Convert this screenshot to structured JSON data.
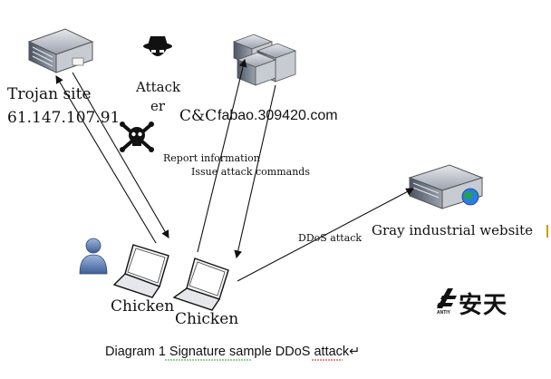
{
  "nodes": {
    "trojan_site": {
      "label": "Trojan site",
      "ip": "61.147.107.91"
    },
    "attacker": {
      "label": "Attacker"
    },
    "cc": {
      "label": "C&C",
      "domain": "fabao.309420.com"
    },
    "target": {
      "label": "Gray industrial website"
    },
    "chicken_1": {
      "label": "Chicken"
    },
    "chicken_2": {
      "label": "Chicken"
    }
  },
  "edges": {
    "report": "Report information",
    "issue": "Issue attack commands",
    "ddos": "DDoS attack"
  },
  "attacker_lines": [
    "Attack",
    "er"
  ],
  "brand": {
    "name": "安天",
    "sub": "ANTIY"
  },
  "caption": "Diagram 1    Signature sample DDoS attack↵",
  "colors": {
    "server": "#6b7280",
    "ink": "#111111",
    "cursor": "#c8a000"
  }
}
